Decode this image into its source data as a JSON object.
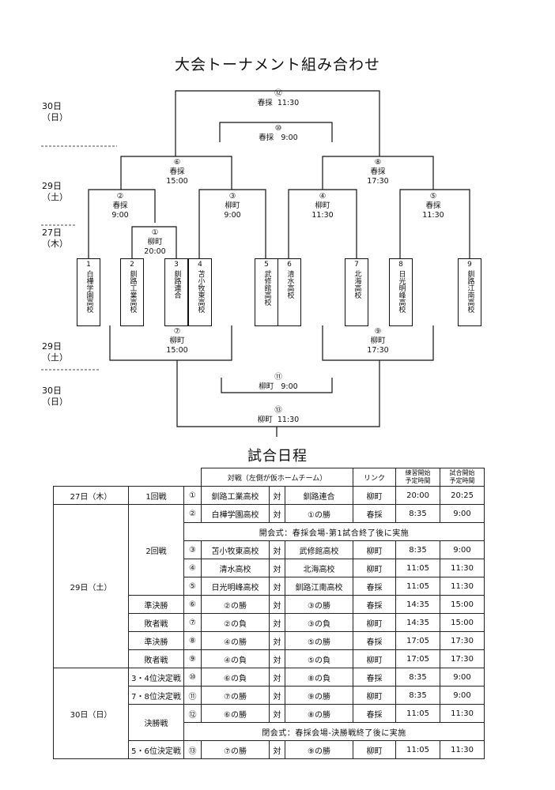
{
  "bracket": {
    "title": "大会トーナメント組み合わせ",
    "days": {
      "d30_top": [
        "30日",
        "（日）"
      ],
      "d29_top": [
        "29日",
        "（土）"
      ],
      "d27": [
        "27日",
        "（木）"
      ],
      "d29_bottom": [
        "29日",
        "（土）"
      ],
      "d30_bottom": [
        "30日",
        "（日）"
      ]
    },
    "games": [
      {
        "num": "⑫",
        "rink": "春採",
        "time": "11:30"
      },
      {
        "num": "⑩",
        "rink": "春採",
        "time": "9:00"
      },
      {
        "num": "⑥",
        "rink": "春採",
        "time": "15:00"
      },
      {
        "num": "⑧",
        "rink": "春採",
        "time": "17:30"
      },
      {
        "num": "②",
        "rink": "春採",
        "time": "9:00"
      },
      {
        "num": "①",
        "rink": "柳町",
        "time": "20:00"
      },
      {
        "num": "③",
        "rink": "柳町",
        "time": "9:00"
      },
      {
        "num": "④",
        "rink": "柳町",
        "time": "11:30"
      },
      {
        "num": "⑤",
        "rink": "春採",
        "time": "11:30"
      },
      {
        "num": "⑦",
        "rink": "柳町",
        "time": "15:00"
      },
      {
        "num": "⑨",
        "rink": "柳町",
        "time": "17:30"
      },
      {
        "num": "⑪",
        "rink": "柳町",
        "time": "9:00"
      },
      {
        "num": "⑬",
        "rink": "柳町",
        "time": "11:30"
      }
    ],
    "teams": [
      {
        "num": "1",
        "name": "白樺学園高校"
      },
      {
        "num": "2",
        "name": "釧路工業高校"
      },
      {
        "num": "3",
        "name": "釧路連合"
      },
      {
        "num": "4",
        "name": "苫小牧東高校"
      },
      {
        "num": "5",
        "name": "武修館高校"
      },
      {
        "num": "6",
        "name": "清水高校"
      },
      {
        "num": "7",
        "name": "北海高校"
      },
      {
        "num": "8",
        "name": "日光明峰高校"
      },
      {
        "num": "9",
        "name": "釧路江南高校"
      }
    ]
  },
  "schedule": {
    "title": "試合日程",
    "headers": {
      "match": "対戦（左側が仮ホームチーム）",
      "rink": "リンク",
      "practice": [
        "練習開始",
        "予定時間"
      ],
      "start": [
        "試合開始",
        "予定時間"
      ]
    },
    "vs": "対",
    "days": [
      "27日（木）",
      "29日（土）",
      "30日（日）"
    ],
    "rounds": [
      "1回戦",
      "2回戦",
      "準決勝",
      "敗者戦",
      "準決勝",
      "敗者戦",
      "3・4位決定戦",
      "7・8位決定戦",
      "決勝戦",
      "5・6位決定戦"
    ],
    "notes": [
      "開会式：春採会場-第1試合終了後に実施",
      "閉会式：春採会場-決勝戦終了後に実施"
    ],
    "rows": [
      {
        "num": "①",
        "home": "釧路工業高校",
        "away": "釧路連合",
        "rink": "柳町",
        "practice": "20:00",
        "start": "20:25"
      },
      {
        "num": "②",
        "home": "白樺学園高校",
        "away": "①の勝",
        "rink": "春採",
        "practice": "8:35",
        "start": "9:00"
      },
      {
        "num": "③",
        "home": "苫小牧東高校",
        "away": "武修館高校",
        "rink": "柳町",
        "practice": "8:35",
        "start": "9:00"
      },
      {
        "num": "④",
        "home": "清水高校",
        "away": "北海高校",
        "rink": "柳町",
        "practice": "11:05",
        "start": "11:30"
      },
      {
        "num": "⑤",
        "home": "日光明峰高校",
        "away": "釧路江南高校",
        "rink": "春採",
        "practice": "11:05",
        "start": "11:30"
      },
      {
        "num": "⑥",
        "home": "②の勝",
        "away": "③の勝",
        "rink": "春採",
        "practice": "14:35",
        "start": "15:00"
      },
      {
        "num": "⑦",
        "home": "②の負",
        "away": "③の負",
        "rink": "柳町",
        "practice": "14:35",
        "start": "15:00"
      },
      {
        "num": "⑧",
        "home": "④の勝",
        "away": "⑤の勝",
        "rink": "春採",
        "practice": "17:05",
        "start": "17:30"
      },
      {
        "num": "⑨",
        "home": "④の負",
        "away": "⑤の負",
        "rink": "柳町",
        "practice": "17:05",
        "start": "17:30"
      },
      {
        "num": "⑩",
        "home": "⑥の負",
        "away": "⑧の負",
        "rink": "春採",
        "practice": "8:35",
        "start": "9:00"
      },
      {
        "num": "⑪",
        "home": "⑦の勝",
        "away": "⑨の勝",
        "rink": "柳町",
        "practice": "8:35",
        "start": "9:00"
      },
      {
        "num": "⑫",
        "home": "⑥の勝",
        "away": "⑧の勝",
        "rink": "春採",
        "practice": "11:05",
        "start": "11:30"
      },
      {
        "num": "⑬",
        "home": "⑦の勝",
        "away": "⑨の勝",
        "rink": "柳町",
        "practice": "11:05",
        "start": "11:30"
      }
    ]
  }
}
